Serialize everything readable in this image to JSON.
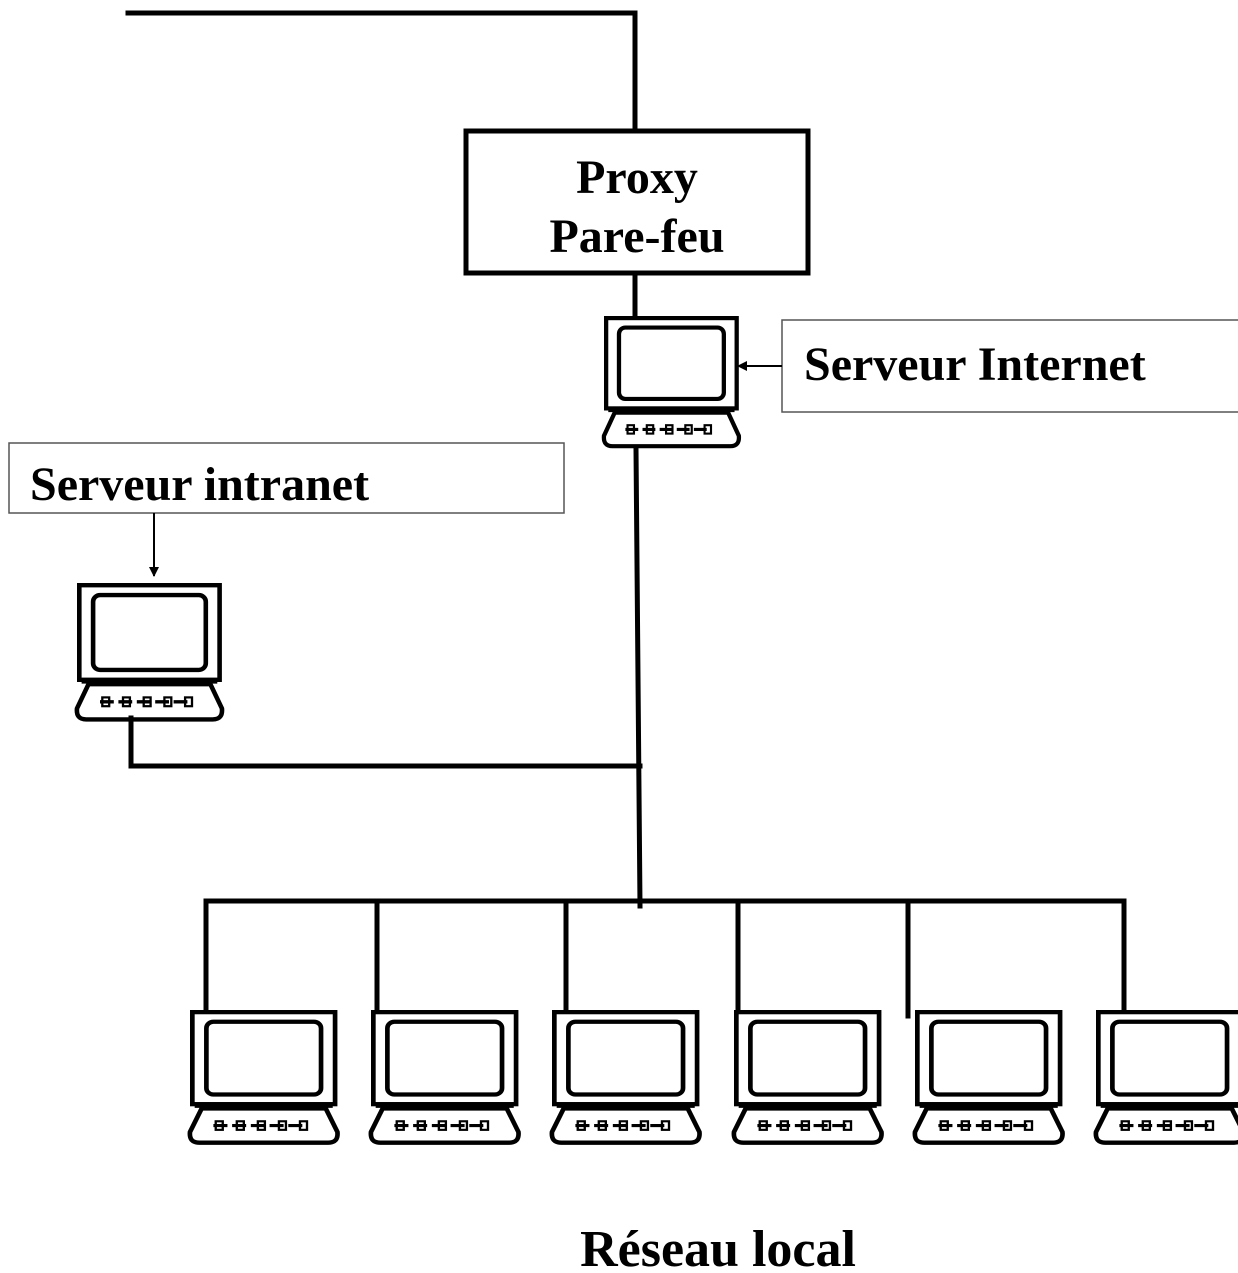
{
  "firewall": {
    "line1": "Proxy",
    "line2": "Pare-feu"
  },
  "internet_server": {
    "label": "Serveur Internet",
    "icon": "laptop-icon"
  },
  "intranet_server": {
    "label": "Serveur intranet",
    "icon": "laptop-icon"
  },
  "local_network": {
    "label": "Réseau local",
    "workstation_count": 6,
    "icon": "laptop-icon"
  },
  "colors": {
    "ink": "#000000",
    "background": "#ffffff",
    "callout_border": "#555555"
  }
}
